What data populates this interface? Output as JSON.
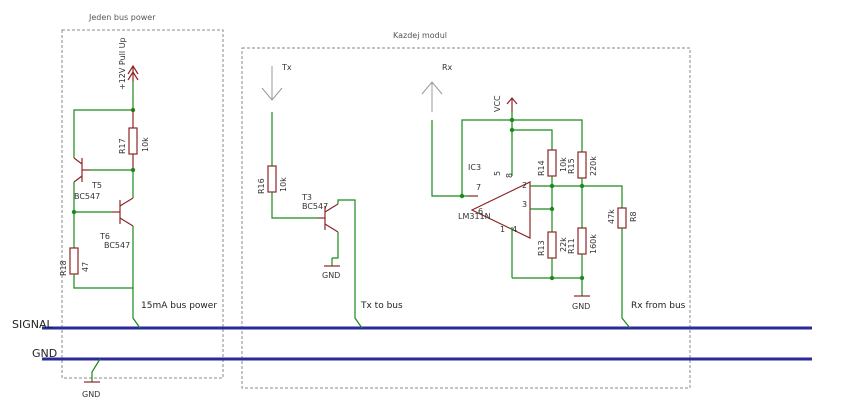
{
  "frames": {
    "left_title": "Jeden bus power",
    "right_title": "Kazdej modul"
  },
  "power": {
    "pullup": "+12V Pull Up",
    "vcc": "VCC",
    "gnd_left": "GND",
    "gnd_tx": "GND",
    "gnd_rx": "GND"
  },
  "components": {
    "r17": "R17",
    "r17_val": "10k",
    "t5": "T5",
    "t5_type": "BC547",
    "t6": "T6",
    "t6_type": "BC547",
    "r18": "R18",
    "r18_val": "47",
    "r16": "R16",
    "r16_val": "10k",
    "t3": "T3",
    "t3_type": "BC547",
    "ic3": "IC3",
    "ic3_type": "LM311N",
    "pin7": "7",
    "pin8": "8",
    "pin2": "2",
    "pin3": "3",
    "pin4": "4",
    "pin1": "1",
    "pin5": "5",
    "pin6": "6",
    "r14": "R14",
    "r14_val": "10k",
    "r15": "R15",
    "r15_val": "220k",
    "r13": "R13",
    "r13_val": "22k",
    "r11": "R11",
    "r11_val": "160k",
    "r8": "R8",
    "r8_val": "47k"
  },
  "nets": {
    "tx": "Tx",
    "rx": "Rx",
    "bus_power": "15mA bus power",
    "tx_to_bus": "Tx to bus",
    "rx_from_bus": "Rx from bus"
  },
  "bus": {
    "signal": "SIGNAL",
    "gnd": "GND"
  },
  "colors": {
    "wire": "#1a8a1a",
    "component": "#8b2525",
    "bus": "#2a2a9a"
  }
}
